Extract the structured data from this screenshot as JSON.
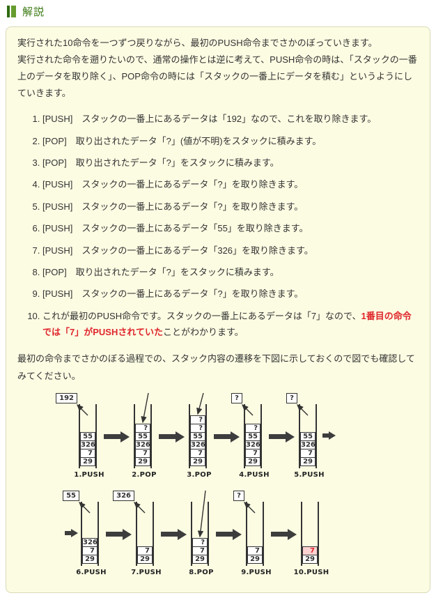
{
  "heading": {
    "text": "解説"
  },
  "colors": {
    "heading_green": "#3c7a14",
    "heading_bar_dark": "#2f6b10",
    "heading_bar_light": "#669c2e",
    "panel_bg": "#fcfce3",
    "panel_border": "#d8d8b8",
    "text_ink": "#333333",
    "answer_red": "#e0262c",
    "highlight_pink": "#ffd2d2",
    "arrow_gray": "#3d3d3d"
  },
  "icons": {
    "heading_marker": "double-bar-icon",
    "transition_arrow": "thick-right-arrow",
    "push_arrow": "diagonal-up-left-arrow",
    "pop_arrow": "diagonal-down-arrow"
  },
  "intro": {
    "line1": "実行された10命令を一つずつ戻りながら、最初のPUSH命令までさかのぼっていきます。",
    "line2": "実行された命令を遡りたいので、通常の操作とは逆に考えて、PUSH命令の時は、「スタックの一番上のデータを取り除く」、POP命令の時には「スタックの一番上にデータを積む」というようにしていきます。"
  },
  "steps": [
    {
      "parts": [
        {
          "t": "[PUSH]　スタックの一番上にあるデータは「192」なので、これを取り除きます。"
        }
      ]
    },
    {
      "parts": [
        {
          "t": "[POP]　取り出されたデータ「?」(値が不明)をスタックに積みます。"
        }
      ]
    },
    {
      "parts": [
        {
          "t": "[POP]　取り出されたデータ「?」をスタックに積みます。"
        }
      ]
    },
    {
      "parts": [
        {
          "t": "[PUSH]　スタックの一番上にあるデータ「?」を取り除きます。"
        }
      ]
    },
    {
      "parts": [
        {
          "t": "[PUSH]　スタックの一番上にあるデータ「?」を取り除きます。"
        }
      ]
    },
    {
      "parts": [
        {
          "t": "[PUSH]　スタックの一番上にあるデータ「55」を取り除きます。"
        }
      ]
    },
    {
      "parts": [
        {
          "t": "[PUSH]　スタックの一番上にあるデータ「326」を取り除きます。"
        }
      ]
    },
    {
      "parts": [
        {
          "t": "[POP]　取り出されたデータ「?」をスタックに積みます。"
        }
      ]
    },
    {
      "parts": [
        {
          "t": "[PUSH]　スタックの一番上にあるデータ「?」を取り除きます。"
        }
      ]
    },
    {
      "parts": [
        {
          "t": "これが最初のPUSH命令です。スタックの一番上にあるデータは「7」なので、"
        },
        {
          "t": "1番目の命令では「7」がPUSHされていた",
          "em": true
        },
        {
          "t": "ことがわかります。"
        }
      ]
    }
  ],
  "outro": {
    "text": "最初の命令までさかのぼる過程での、スタック内容の遷移を下図に示しておくので図でも確認してみてください。"
  },
  "diagram": {
    "rows": [
      {
        "leading_arrow": false,
        "trailing_arrow": true,
        "stacks": [
          {
            "label": "1.PUSH",
            "action": "remove",
            "flyout": "192",
            "cells": [
              "55",
              "326",
              "7",
              "29"
            ]
          },
          {
            "label": "2.POP",
            "action": "insert",
            "cells": [
              "?",
              "55",
              "326",
              "7",
              "29"
            ]
          },
          {
            "label": "3.POP",
            "action": "insert",
            "cells": [
              "?",
              "?",
              "55",
              "326",
              "7",
              "29"
            ]
          },
          {
            "label": "4.PUSH",
            "action": "remove",
            "flyout": "?",
            "cells": [
              "?",
              "55",
              "326",
              "7",
              "29"
            ]
          },
          {
            "label": "5.PUSH",
            "action": "remove",
            "flyout": "?",
            "cells": [
              "55",
              "326",
              "7",
              "29"
            ]
          }
        ]
      },
      {
        "leading_arrow": true,
        "trailing_arrow": false,
        "stacks": [
          {
            "label": "6.PUSH",
            "action": "remove",
            "flyout": "55",
            "cells": [
              "326",
              "7",
              "29"
            ]
          },
          {
            "label": "7.PUSH",
            "action": "remove",
            "flyout": "326",
            "cells": [
              "7",
              "29"
            ]
          },
          {
            "label": "8.POP",
            "action": "insert",
            "cells": [
              "?",
              "7",
              "29"
            ]
          },
          {
            "label": "9.PUSH",
            "action": "remove",
            "flyout": "?",
            "cells": [
              "7",
              "29"
            ]
          },
          {
            "label": "10.PUSH",
            "action": "none",
            "cells": [
              "7",
              "29"
            ],
            "highlight_index": 0
          }
        ]
      }
    ]
  }
}
